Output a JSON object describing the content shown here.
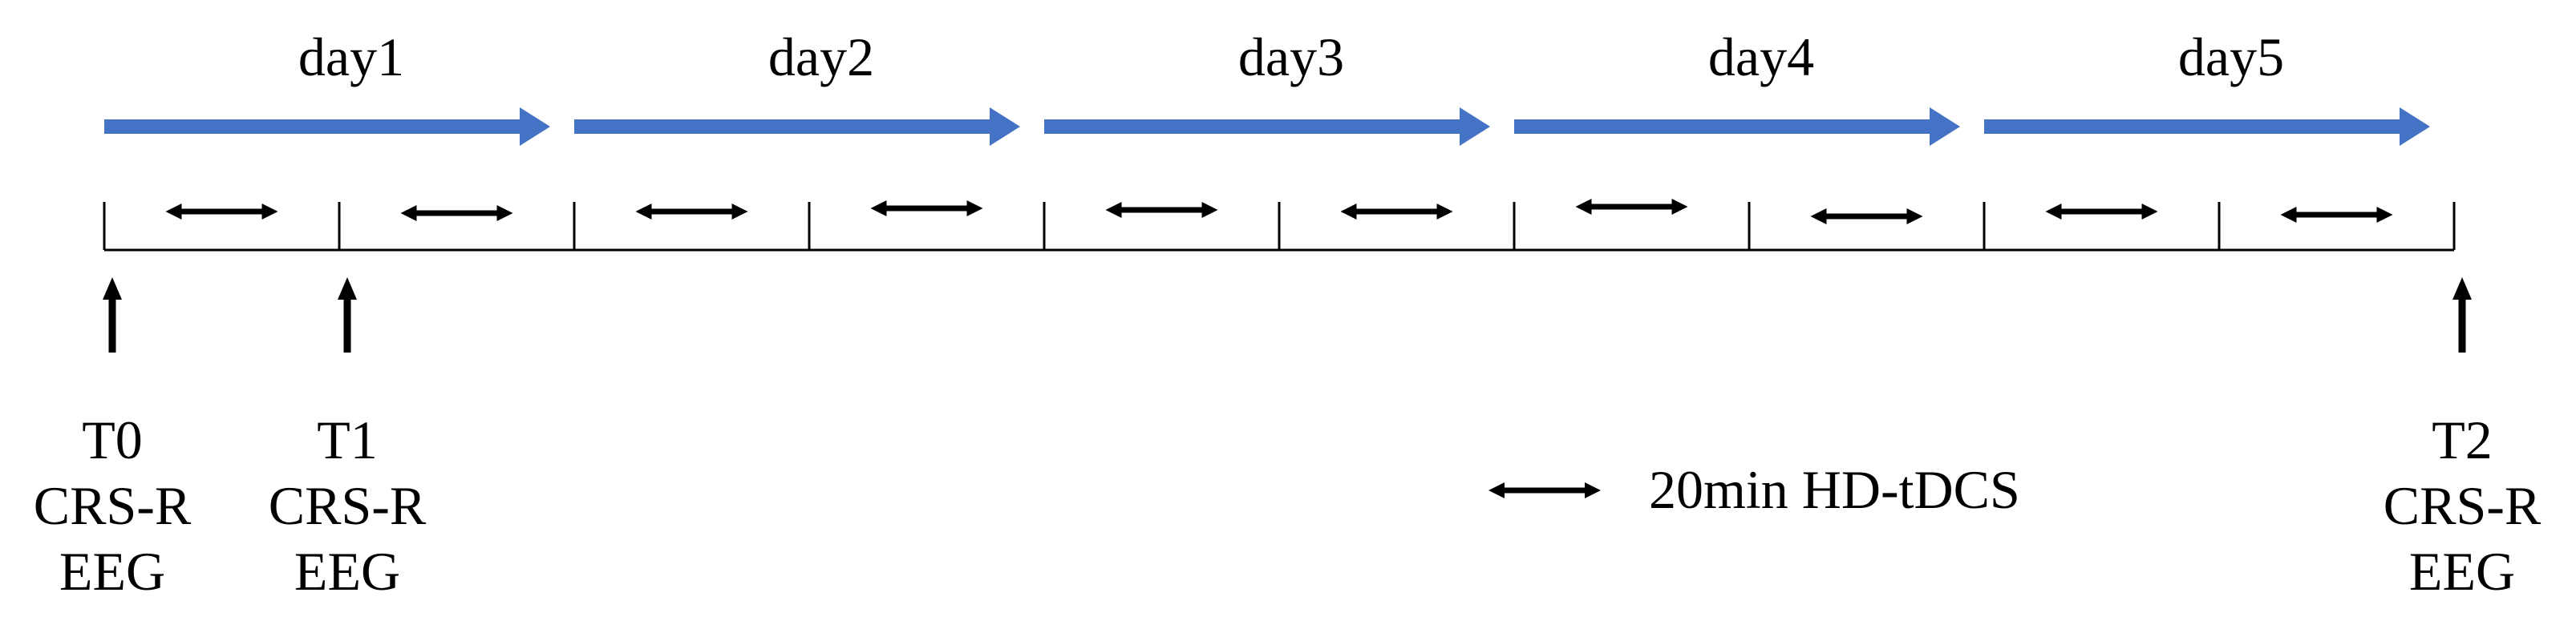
{
  "days": [
    {
      "label": "day1"
    },
    {
      "label": "day2"
    },
    {
      "label": "day3"
    },
    {
      "label": "day4"
    },
    {
      "label": "day5"
    }
  ],
  "sessions_per_day": 2,
  "timepoints": [
    {
      "name": "T0",
      "lines": [
        "T0",
        "CRS-R",
        "EEG"
      ],
      "at_tick": 0
    },
    {
      "name": "T1",
      "lines": [
        "T1",
        "CRS-R",
        "EEG"
      ],
      "at_tick": 1
    },
    {
      "name": "T2",
      "lines": [
        "T2",
        "CRS-R",
        "EEG"
      ],
      "at_tick": 10
    }
  ],
  "legend": {
    "label": "20min HD-tDCS"
  },
  "colors": {
    "day_arrow": "#4472C4",
    "ink": "#000000"
  }
}
